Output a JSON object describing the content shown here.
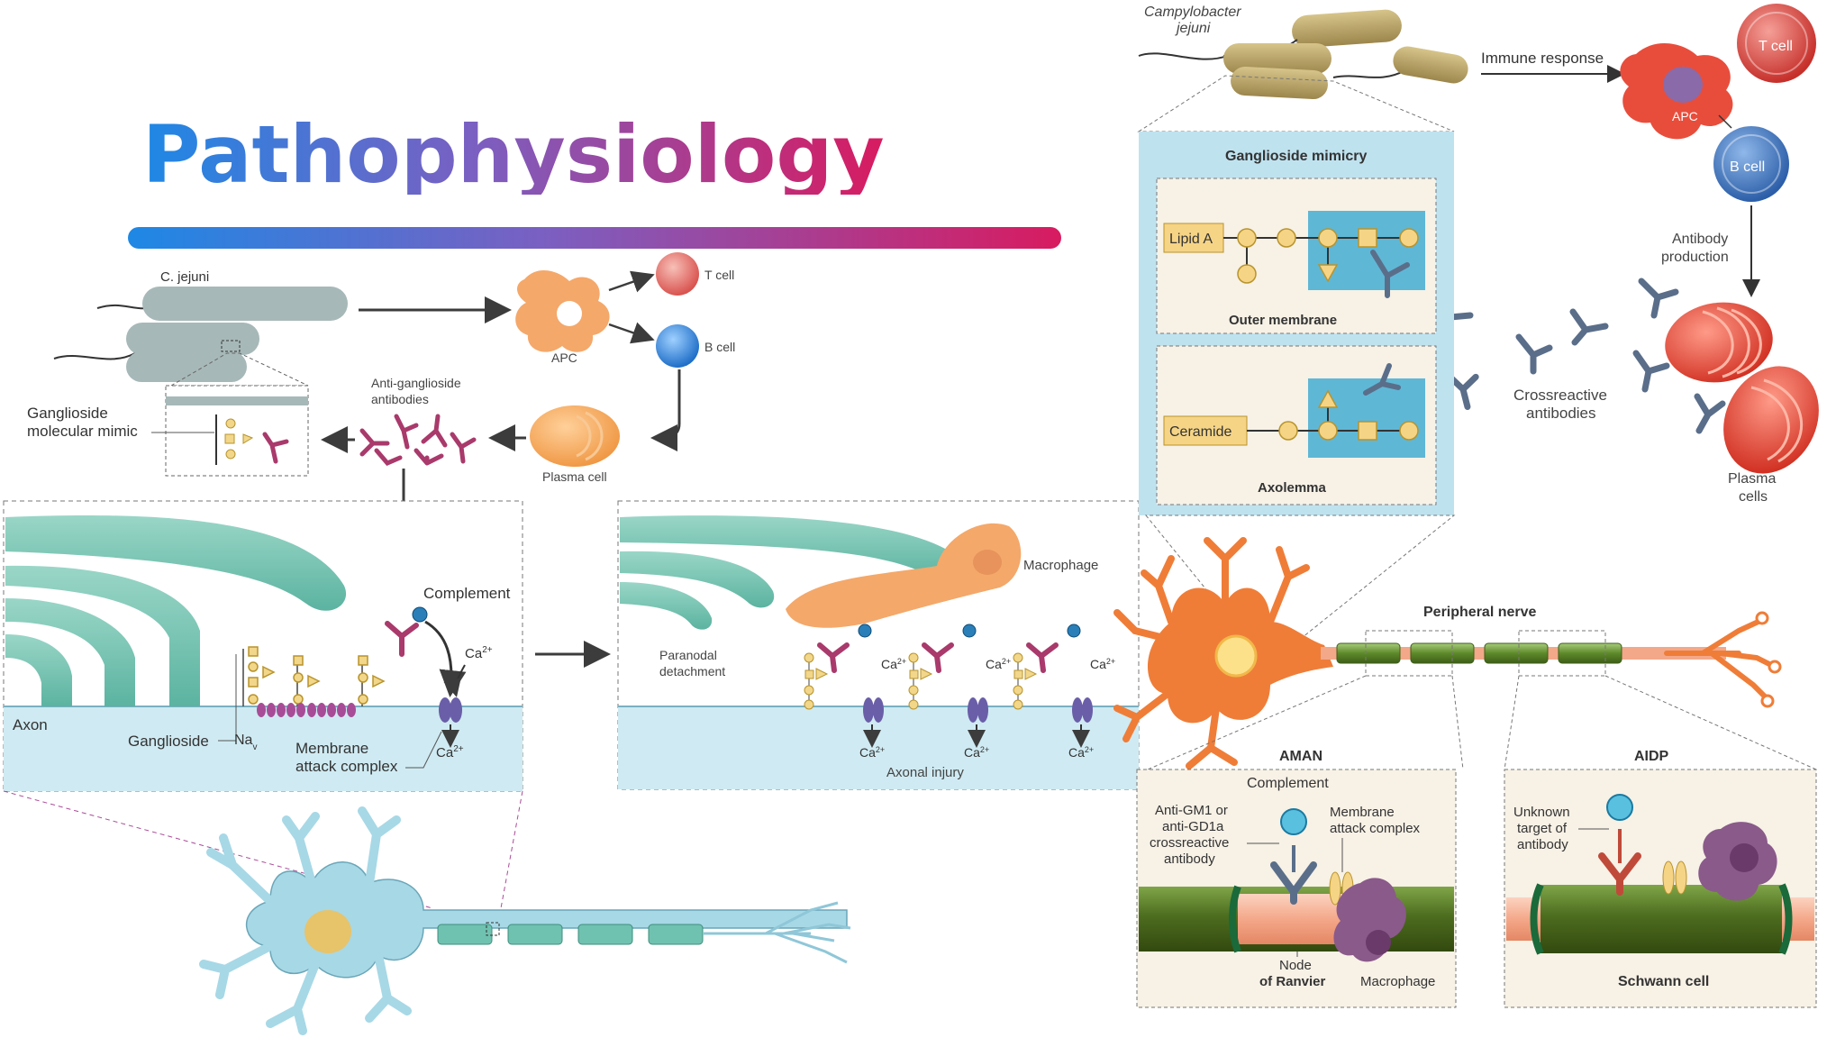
{
  "slide": {
    "title": "Pathophysiology"
  },
  "colors": {
    "gradient_start": "#1e88e5",
    "gradient_mid": "#7b5fc1",
    "gradient_end": "#d81b60",
    "myelin": "#6fc2b0",
    "axon_fluid": "#cfeaf2",
    "antibody": "#a93a6b",
    "bacterium": "#a7b8b8",
    "apc": "#f4a86a",
    "t_cell": "#e07070",
    "b_cell": "#3a8fd8",
    "neuron_blue": "#a7d8e6",
    "neuron_orange": "#ef7d38",
    "panel_blue": "#bfe2ef",
    "nerve_green": "#5e8a2a",
    "bacterium_right": "#b8a26a",
    "apc_right": "#e84d3c",
    "plasma_right": "#e04a3a",
    "antibody_right": "#5a6e8a"
  },
  "left": {
    "c_jejuni": "C. jejuni",
    "apc": "APC",
    "t_cell": "T cell",
    "b_cell": "B cell",
    "plasma_cell": "Plasma cell",
    "anti_ganglioside_1": "Anti-ganglioside",
    "anti_ganglioside_2": "antibodies",
    "ganglioside_mimic_1": "Ganglioside",
    "ganglioside_mimic_2": "molecular mimic",
    "complement": "Complement",
    "axon": "Axon",
    "ganglioside": "Ganglioside",
    "nav": "Na",
    "nav_sub": "v",
    "mac_1": "Membrane",
    "mac_2": "attack complex",
    "ca": "Ca",
    "ca_sup": "2+",
    "macrophage": "Macrophage",
    "paranodal_1": "Paranodal",
    "paranodal_2": "detachment",
    "axonal_injury": "Axonal injury"
  },
  "right": {
    "campylobacter_1": "Campylobacter",
    "campylobacter_2": "jejuni",
    "immune_response": "Immune response",
    "t_cell": "T cell",
    "apc": "APC",
    "b_cell": "B cell",
    "antibody_production_1": "Antibody",
    "antibody_production_2": "production",
    "ganglioside_mimicry": "Ganglioside mimicry",
    "lipid_a": "Lipid A",
    "outer_membrane": "Outer membrane",
    "ceramide": "Ceramide",
    "axolemma": "Axolemma",
    "crossreactive_1": "Crossreactive",
    "crossreactive_2": "antibodies",
    "plasma_cells_1": "Plasma",
    "plasma_cells_2": "cells",
    "peripheral_nerve": "Peripheral nerve",
    "aman": "AMAN",
    "aidp": "AIDP",
    "complement": "Complement",
    "anti_gm1_1": "Anti-GM1 or",
    "anti_gm1_2": "anti-GD1a",
    "anti_gm1_3": "crossreactive",
    "anti_gm1_4": "antibody",
    "mac_1": "Membrane",
    "mac_2": "attack complex",
    "node_1": "Node",
    "node_2": "of Ranvier",
    "macrophage": "Macrophage",
    "unknown_1": "Unknown",
    "unknown_2": "target of",
    "unknown_3": "antibody",
    "schwann_cell": "Schwann cell"
  }
}
